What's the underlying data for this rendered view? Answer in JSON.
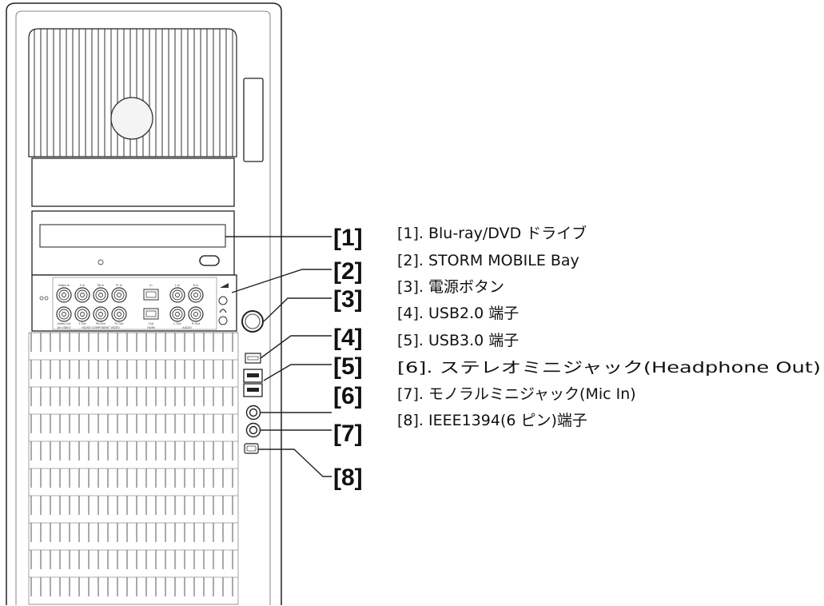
{
  "callouts": [
    {
      "num": "[1]",
      "label": "[1]. Blu-ray/DVD ドライブ"
    },
    {
      "num": "[2]",
      "label": "[2]. STORM MOBILE Bay"
    },
    {
      "num": "[3]",
      "label": "[3].  電源ボタン"
    },
    {
      "num": "[4]",
      "label": "[4]. USB2.0 端子"
    },
    {
      "num": "[5]",
      "label": "[5]. USB3.0 端子"
    },
    {
      "num": "[6]",
      "label": "[6].  ステレオミニジャック(Headphone Out)"
    },
    {
      "num": "[7]",
      "label": "[7].  モノラルミニジャック(Mic In)"
    },
    {
      "num": "[8]",
      "label": "[8]. IEEE1394(6 ピン)端子"
    }
  ],
  "bay_panel": {
    "top_labels": [
      "Video In",
      "Y In",
      "Pb In",
      "Pr In",
      "In",
      "L In",
      "R In"
    ],
    "bottom_labels": [
      "Video Out",
      "Y Out",
      "Pb Out",
      "Pr Out",
      "Out",
      "L Out",
      "R Out"
    ],
    "group_labels": [
      "AV VIDEO",
      "HD/SD COMPONENT VIDEO",
      "HDMI",
      "AUDIO"
    ]
  }
}
